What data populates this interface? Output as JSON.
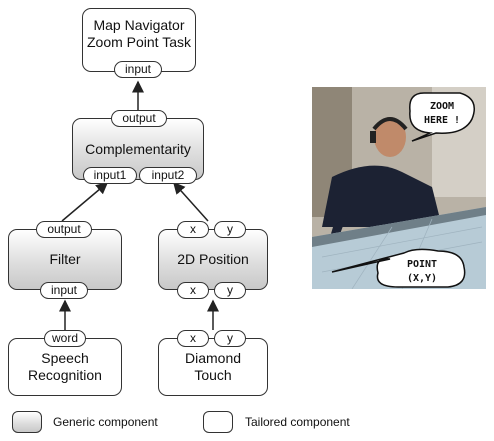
{
  "nodes": {
    "map_navigator": {
      "label": "Map Navigator\nZoom Point Task",
      "input": "input"
    },
    "complementarity": {
      "label": "Complementarity",
      "output": "output",
      "input1": "input1",
      "input2": "input2"
    },
    "filter": {
      "label": "Filter",
      "output": "output",
      "input": "input"
    },
    "position2d": {
      "label": "2D Position",
      "in_x": "x",
      "in_y": "y",
      "out_x": "x",
      "out_y": "y"
    },
    "speech": {
      "label": "Speech\nRecognition",
      "output": "word"
    },
    "diamond": {
      "label": "Diamond\nTouch",
      "out_x": "x",
      "out_y": "y"
    }
  },
  "photo": {
    "bubble_zoom": [
      "ZOOM",
      "HERE !"
    ],
    "bubble_point": [
      "POINT",
      "(X,Y)"
    ]
  },
  "legend": {
    "generic": "Generic component",
    "tailored": "Tailored component"
  },
  "colors": {
    "stroke": "#333333",
    "generic_fill": "#d6d6d6",
    "tailored_fill": "#ffffff"
  }
}
